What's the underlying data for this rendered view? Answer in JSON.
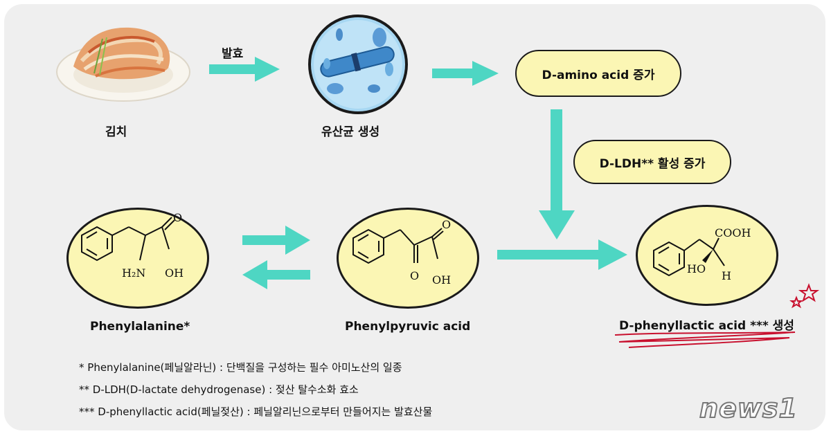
{
  "labels": {
    "kimchi": "김치",
    "fermentation": "발효",
    "lab": "유산균 생성",
    "d_amino": "D-amino acid 증가",
    "dldh": "D-LDH** 활성 증가",
    "phe": "Phenylalanine*",
    "ppa": "Phenylpyruvic acid",
    "dpla": "D-phenyllactic acid *** 생성"
  },
  "chem": {
    "o": "O",
    "oh": "OH",
    "nh2": "H₂N",
    "cooh": "COOH",
    "ho": "HO",
    "h": "H"
  },
  "notes": [
    "* Phenylalanine(페닐알라닌) : 단백질을 구성하는 필수 아미노산의 일종",
    "** D-LDH(D-lactate dehydrogenase) : 젖산 탈수소화 효소",
    "*** D-phenyllactic acid(페닐젖산) : 페닐알리닌으로부터 만들어지는 발효산물"
  ],
  "watermark": "news1",
  "colors": {
    "arrow": "#4ed6c3",
    "highlight": "#fbf6b4",
    "scribble": "#c8102e"
  }
}
